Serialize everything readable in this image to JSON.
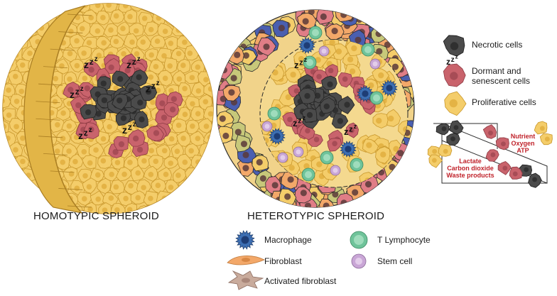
{
  "titles": {
    "homotypic": "HOMOTYPIC SPHEROID",
    "heterotypic": "HETEROTYPIC SPHEROID"
  },
  "legend_right": {
    "necrotic": "Necrotic cells",
    "dormant_line1": "Dormant and",
    "dormant_line2": "senescent cells",
    "proliferative": "Proliferative cells"
  },
  "legend_bottom": {
    "macrophage": "Macrophage",
    "fibroblast": "Fibroblast",
    "activated_fibroblast": "Activated fibroblast",
    "t_lymphocyte": "T Lymphocyte",
    "stem_cell": "Stem cell"
  },
  "gradient": {
    "inflow_line1": "Nutrient",
    "inflow_line2": "Oxygen",
    "inflow_line3": "ATP",
    "outflow_line1": "Lactate",
    "outflow_line2": "Carbon dioxide",
    "outflow_line3": "Waste products"
  },
  "dormant_mark": "z",
  "colors": {
    "proliferative": "#f4cd6a",
    "proliferative_edge": "#c9982d",
    "dormant": "#c9636c",
    "necrotic": "#4b4b4b",
    "macrophage": "#3d6fb3",
    "fibroblast": "#f3a869",
    "activated_fibroblast": "#c9ab9c",
    "t_lymphocyte": "#6fc39a",
    "stem_cell": "#c9a6d6",
    "label_red": "#c0222a",
    "hetero_blue": "#4a5fb0",
    "hetero_olive": "#c7c87a",
    "hetero_pink": "#e07d86"
  }
}
